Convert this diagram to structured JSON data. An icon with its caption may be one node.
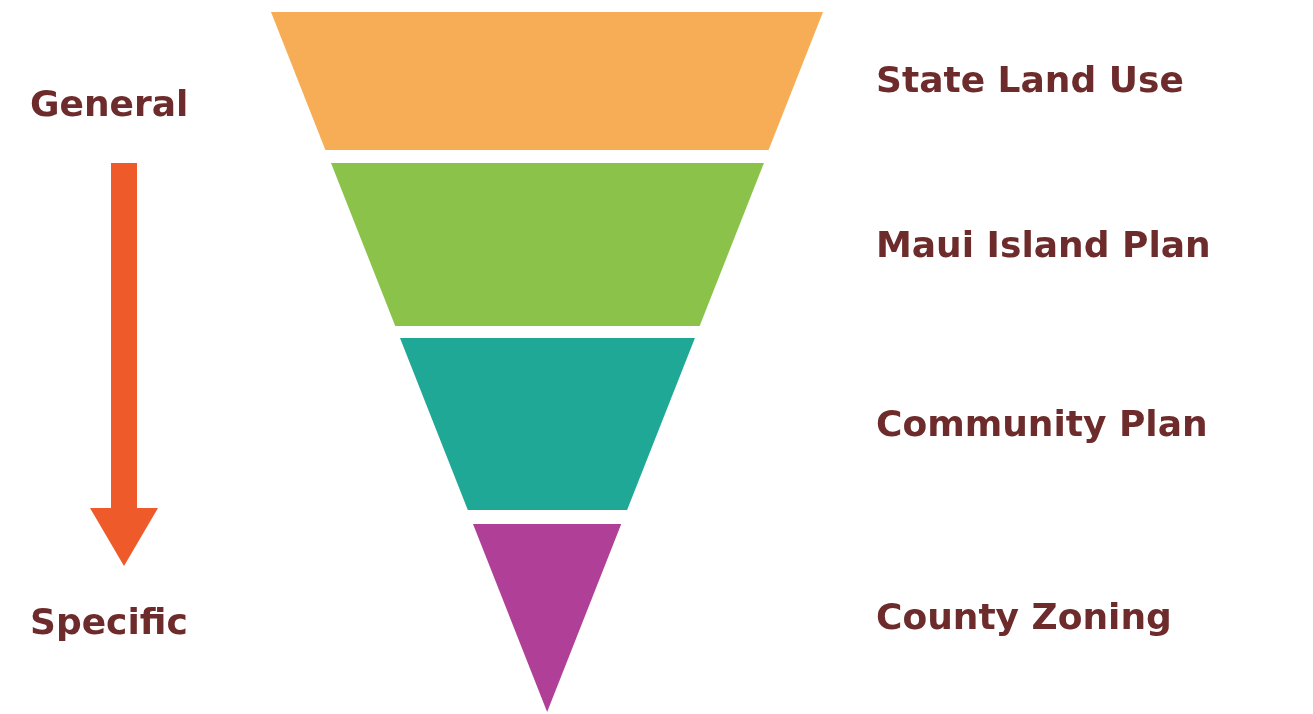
{
  "diagram": {
    "nodes": [
      {
        "text": [],
        "shape": "trapezoid"
      },
      {
        "text": [],
        "shape": "trapezoid"
      },
      {
        "text": [],
        "shape": "trapezoid"
      },
      {
        "text": [],
        "shape": "triangle"
      }
    ],
    "labels": [
      "State Land Use",
      "General",
      "Maui Island Plan",
      "Community Plan",
      "County Zoning",
      "Specific"
    ]
  }
}
